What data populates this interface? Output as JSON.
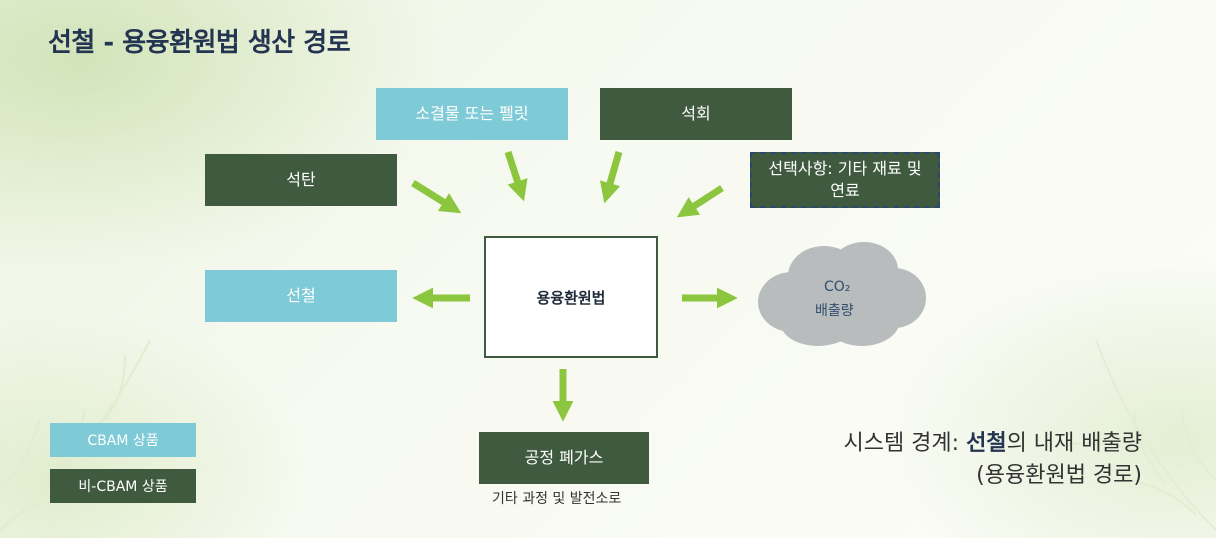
{
  "title": "선철 - 용융환원법 생산 경로",
  "inputs": {
    "sinter": "소결물 또는 펠릿",
    "limestone": "석회",
    "coal": "석탄",
    "optional": "선택사항: 기타 재료 및 연료"
  },
  "process": "용융환원법",
  "outputs": {
    "pig_iron": "선철",
    "co2_line1": "CO₂",
    "co2_line2": "배출량",
    "waste_gas": "공정 폐가스",
    "waste_gas_caption": "기타 과정 및 발전소로"
  },
  "boundary": {
    "prefix": "시스템 경계: ",
    "bold": "선철",
    "suffix": "의 내재 배출량",
    "line2": "(용융환원법 경로)"
  },
  "legend": {
    "cbam": "CBAM 상품",
    "non_cbam": "비-CBAM 상품"
  },
  "colors": {
    "dark_green": "#3f5a3f",
    "light_blue": "#7ecad6",
    "arrow_green": "#8cc63f",
    "title_navy": "#243552",
    "cloud_gray": "#b9bcbc"
  }
}
